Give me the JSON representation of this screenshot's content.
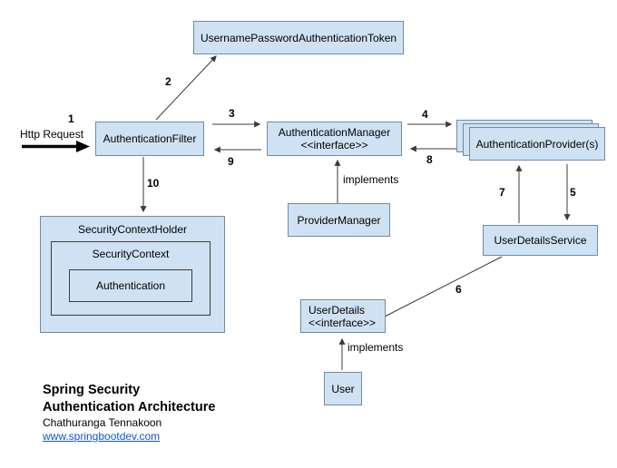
{
  "colors": {
    "node_fill": "#cfe2f3",
    "node_border": "#6d8ca6",
    "inner_border": "#3c3c3c",
    "line": "#3b3b3b",
    "link": "#1155cc",
    "text": "#000000"
  },
  "request": {
    "label": "Http Request",
    "step": "1"
  },
  "nodes": {
    "token": {
      "label": "UsernamePasswordAuthenticationToken"
    },
    "filter": {
      "label": "AuthenticationFilter"
    },
    "manager": {
      "label": "AuthenticationManager",
      "stereotype": "<<interface>>"
    },
    "providers": {
      "label": "AuthenticationProvider(s)"
    },
    "provider_manager": {
      "label": "ProviderManager"
    },
    "security_context_holder": {
      "label": "SecurityContextHolder"
    },
    "security_context": {
      "label": "SecurityContext"
    },
    "authentication": {
      "label": "Authentication"
    },
    "user_details_service": {
      "label": "UserDetailsService"
    },
    "user_details": {
      "label": "UserDetails",
      "stereotype": "<<interface>>"
    },
    "user": {
      "label": "User"
    }
  },
  "steps": {
    "s2": "2",
    "s3": "3",
    "s4": "4",
    "s5": "5",
    "s6": "6",
    "s7": "7",
    "s8": "8",
    "s9": "9",
    "s10": "10"
  },
  "relations": {
    "implements_manager": "implements",
    "implements_user": "implements"
  },
  "footer": {
    "title_line1": "Spring Security",
    "title_line2": "Authentication Architecture",
    "author": "Chathuranga Tennakoon",
    "website": "www.springbootdev.com"
  }
}
